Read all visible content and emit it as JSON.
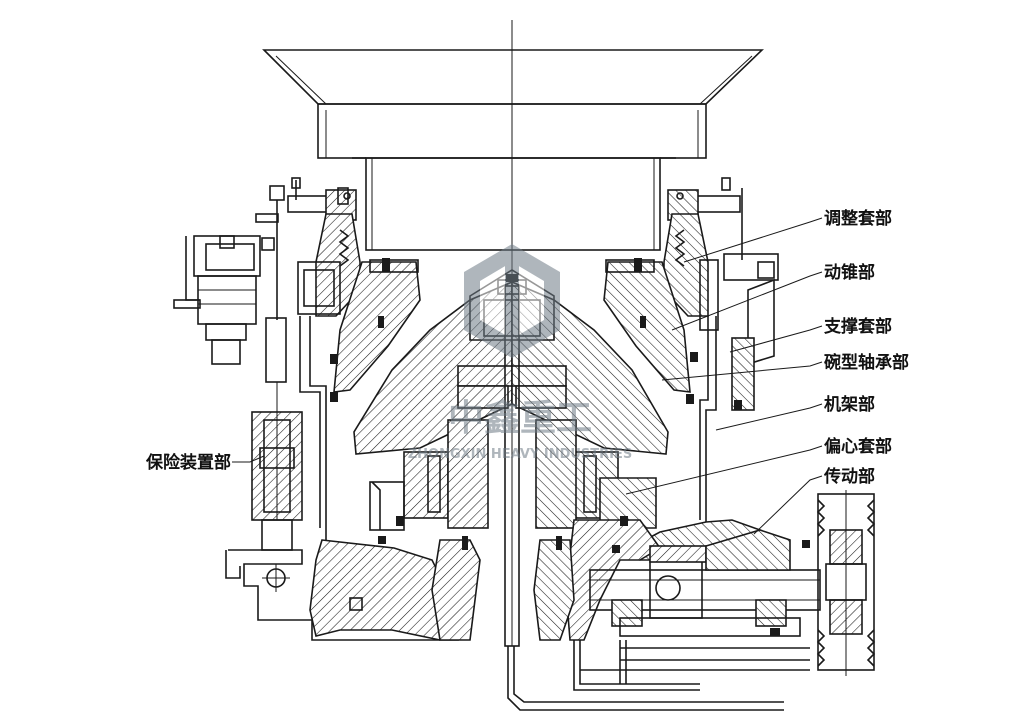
{
  "labels": {
    "adjust_sleeve": "调整套部",
    "moving_cone": "动锥部",
    "support_sleeve": "支撑套部",
    "bowl_bearing": "碗型轴承部",
    "frame": "机架部",
    "eccentric_sleeve": "偏心套部",
    "drive": "传动部",
    "safety_device": "保险装置部"
  },
  "watermark": {
    "main": "中鑫重工",
    "sub": "ZHONGXIN HEAVY INDUSTRIES"
  },
  "colors": {
    "line": "#1a1a1a",
    "watermark": "#6f7b86"
  }
}
